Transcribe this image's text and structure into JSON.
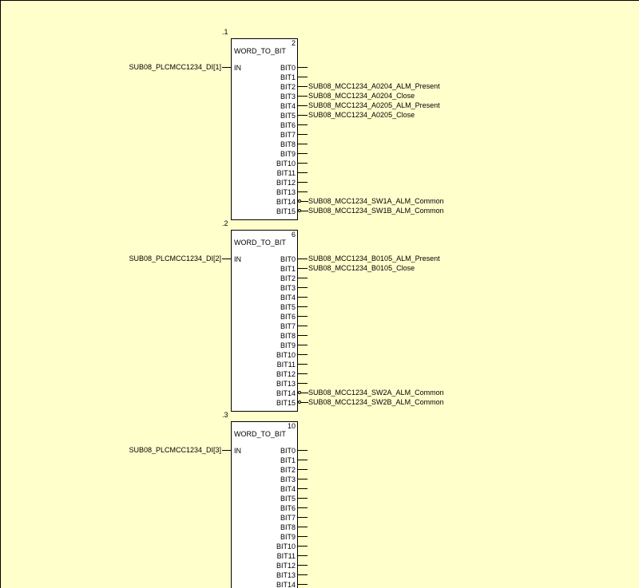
{
  "diagram": {
    "blocks": [
      {
        "order_label": ".1",
        "exec_number": "2",
        "type_name": "WORD_TO_BIT",
        "input_pin": "IN",
        "input_signal": "SUB08_PLCMCC1234_DI[1]",
        "pins": [
          {
            "name": "BIT0",
            "signal": "",
            "negated": false
          },
          {
            "name": "BIT1",
            "signal": "",
            "negated": false
          },
          {
            "name": "BIT2",
            "signal": "SUB08_MCC1234_A0204_ALM_Present",
            "negated": false
          },
          {
            "name": "BIT3",
            "signal": "SUB08_MCC1234_A0204_Close",
            "negated": false
          },
          {
            "name": "BIT4",
            "signal": "SUB08_MCC1234_A0205_ALM_Present",
            "negated": false
          },
          {
            "name": "BIT5",
            "signal": "SUB08_MCC1234_A0205_Close",
            "negated": false
          },
          {
            "name": "BIT6",
            "signal": "",
            "negated": false
          },
          {
            "name": "BIT7",
            "signal": "",
            "negated": false
          },
          {
            "name": "BIT8",
            "signal": "",
            "negated": false
          },
          {
            "name": "BIT9",
            "signal": "",
            "negated": false
          },
          {
            "name": "BIT10",
            "signal": "",
            "negated": false
          },
          {
            "name": "BIT11",
            "signal": "",
            "negated": false
          },
          {
            "name": "BIT12",
            "signal": "",
            "negated": false
          },
          {
            "name": "BIT13",
            "signal": "",
            "negated": false
          },
          {
            "name": "BIT14",
            "signal": "SUB08_MCC1234_SW1A_ALM_Common",
            "negated": true
          },
          {
            "name": "BIT15",
            "signal": "SUB08_MCC1234_SW1B_ALM_Common",
            "negated": true
          }
        ]
      },
      {
        "order_label": ".2",
        "exec_number": "6",
        "type_name": "WORD_TO_BIT",
        "input_pin": "IN",
        "input_signal": "SUB08_PLCMCC1234_DI[2]",
        "pins": [
          {
            "name": "BIT0",
            "signal": "SUB08_MCC1234_B0105_ALM_Present",
            "negated": false
          },
          {
            "name": "BIT1",
            "signal": "SUB08_MCC1234_B0105_Close",
            "negated": false
          },
          {
            "name": "BIT2",
            "signal": "",
            "negated": false
          },
          {
            "name": "BIT3",
            "signal": "",
            "negated": false
          },
          {
            "name": "BIT4",
            "signal": "",
            "negated": false
          },
          {
            "name": "BIT5",
            "signal": "",
            "negated": false
          },
          {
            "name": "BIT6",
            "signal": "",
            "negated": false
          },
          {
            "name": "BIT7",
            "signal": "",
            "negated": false
          },
          {
            "name": "BIT8",
            "signal": "",
            "negated": false
          },
          {
            "name": "BIT9",
            "signal": "",
            "negated": false
          },
          {
            "name": "BIT10",
            "signal": "",
            "negated": false
          },
          {
            "name": "BIT11",
            "signal": "",
            "negated": false
          },
          {
            "name": "BIT12",
            "signal": "",
            "negated": false
          },
          {
            "name": "BIT13",
            "signal": "",
            "negated": false
          },
          {
            "name": "BIT14",
            "signal": "SUB08_MCC1234_SW2A_ALM_Common",
            "negated": true
          },
          {
            "name": "BIT15",
            "signal": "SUB08_MCC1234_SW2B_ALM_Common",
            "negated": true
          }
        ]
      },
      {
        "order_label": ".3",
        "exec_number": "10",
        "type_name": "WORD_TO_BIT",
        "input_pin": "IN",
        "input_signal": "SUB08_PLCMCC1234_DI[3]",
        "pins": [
          {
            "name": "BIT0",
            "signal": "",
            "negated": false
          },
          {
            "name": "BIT1",
            "signal": "",
            "negated": false
          },
          {
            "name": "BIT2",
            "signal": "",
            "negated": false
          },
          {
            "name": "BIT3",
            "signal": "",
            "negated": false
          },
          {
            "name": "BIT4",
            "signal": "",
            "negated": false
          },
          {
            "name": "BIT5",
            "signal": "",
            "negated": false
          },
          {
            "name": "BIT6",
            "signal": "",
            "negated": false
          },
          {
            "name": "BIT7",
            "signal": "",
            "negated": false
          },
          {
            "name": "BIT8",
            "signal": "",
            "negated": false
          },
          {
            "name": "BIT9",
            "signal": "",
            "negated": false
          },
          {
            "name": "BIT10",
            "signal": "",
            "negated": false
          },
          {
            "name": "BIT11",
            "signal": "",
            "negated": false
          },
          {
            "name": "BIT12",
            "signal": "",
            "negated": false
          },
          {
            "name": "BIT13",
            "signal": "",
            "negated": false
          },
          {
            "name": "BIT14",
            "signal": "",
            "negated": false
          }
        ]
      }
    ]
  }
}
